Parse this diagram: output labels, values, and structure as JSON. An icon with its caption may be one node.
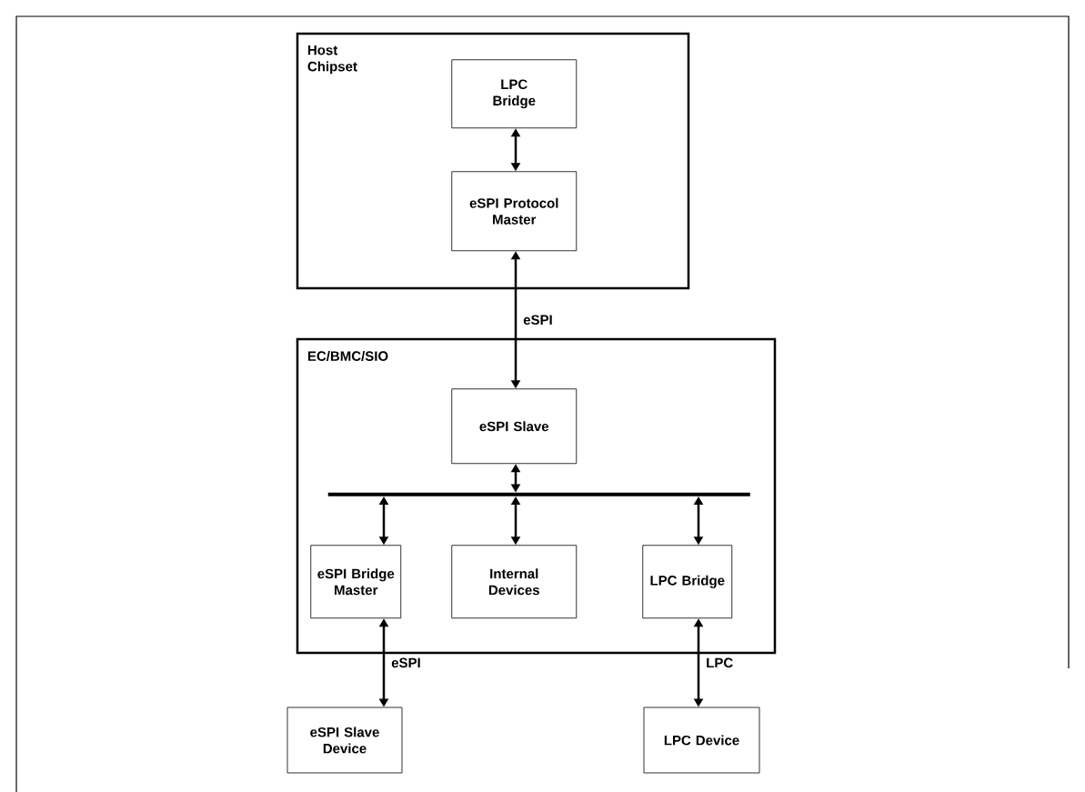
{
  "diagram": {
    "nodes": [
      {
        "text": [
          "Host Chipset"
        ]
      },
      {
        "text": [
          "LPC Bridge"
        ],
        "in": 0
      },
      {
        "text": [
          "eSPI Protocol Master"
        ],
        "in": 0
      },
      {
        "text": [
          "EC/BMC/SIO"
        ]
      },
      {
        "text": [
          "eSPI Slave"
        ],
        "in": 3
      },
      {
        "text": [],
        "shape": "bar",
        "in": 3
      },
      {
        "text": [
          "eSPI Bridge Master"
        ],
        "in": 3
      },
      {
        "text": [
          "Internal Devices"
        ],
        "in": 3
      },
      {
        "text": [
          "LPC Bridge"
        ],
        "in": 3
      },
      {
        "text": [
          "eSPI Slave Device"
        ]
      },
      {
        "text": [
          "LPC Device"
        ]
      }
    ],
    "edges": [
      {
        "from": 1,
        "to": 2,
        "arrow": "both"
      },
      {
        "from": 2,
        "to": 4,
        "arrow": "both",
        "label": "eSPI"
      },
      {
        "from": 4,
        "to": 5,
        "arrow": "both"
      },
      {
        "from": 5,
        "to": 6,
        "arrow": "both"
      },
      {
        "from": 5,
        "to": 7,
        "arrow": "both"
      },
      {
        "from": 5,
        "to": 8,
        "arrow": "both"
      },
      {
        "from": 6,
        "to": 9,
        "arrow": "both",
        "label": "eSPI"
      },
      {
        "from": 8,
        "to": 10,
        "arrow": "both",
        "label": "LPC"
      }
    ]
  }
}
